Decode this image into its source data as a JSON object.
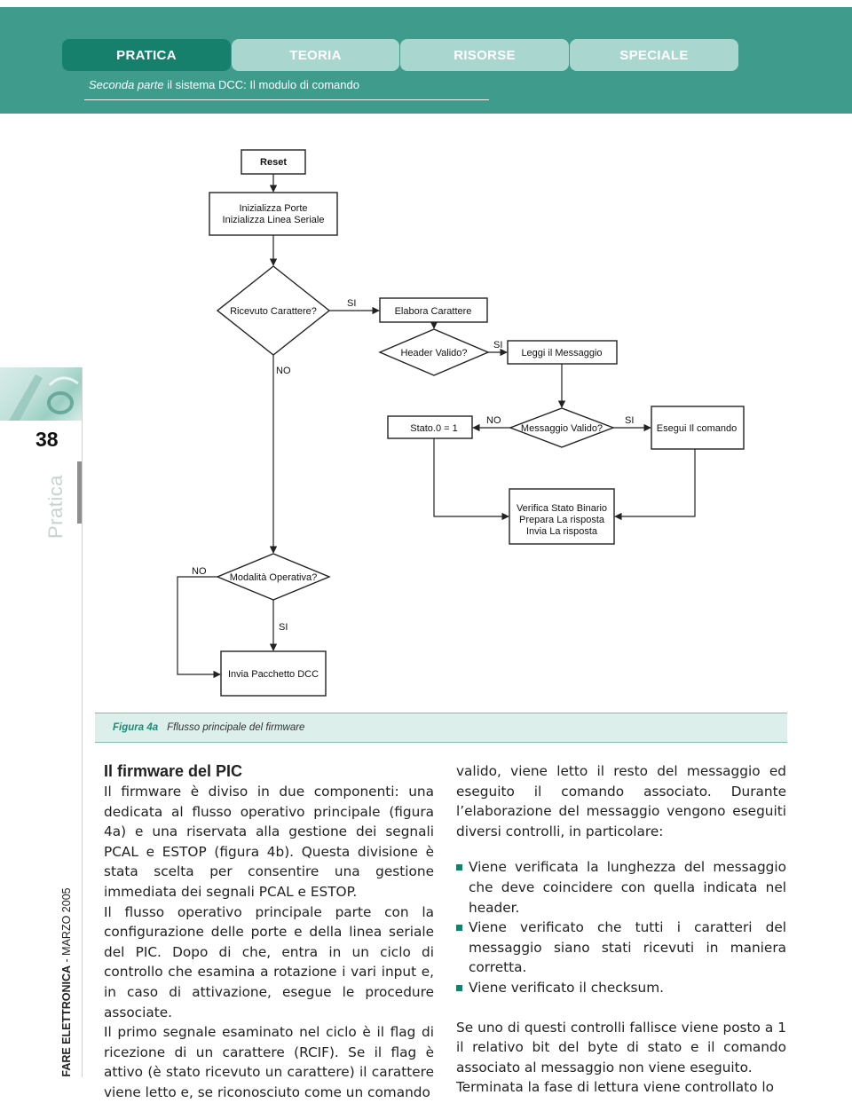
{
  "header": {
    "tabs": [
      {
        "label": "PRATICA",
        "active": true
      },
      {
        "label": "TEORIA",
        "active": false
      },
      {
        "label": "RISORSE",
        "active": false
      },
      {
        "label": "SPECIALE",
        "active": false
      }
    ],
    "breadcrumb_part": "Seconda parte",
    "breadcrumb_title": "il sistema DCC: Il modulo di comando"
  },
  "margin": {
    "page_number": "38",
    "section_vertical": "Pratica",
    "magazine_name": "FARE ELETTRONICA",
    "magazine_issue": " - MARZO 2005"
  },
  "flowchart": {
    "reset": "Reset",
    "init_line1": "Inizializza Porte",
    "init_line2": "Inizializza Linea Seriale",
    "received_char": "Ricevuto Carattere?",
    "elabora": "Elabora Carattere",
    "header_valid": "Header Valido?",
    "read_message": "Leggi il Messaggio",
    "state": "Stato.0 = 1",
    "message_valid": "Messaggio Valido?",
    "execute": "Esegui Il comando",
    "verify_line1": "Verifica Stato Binario",
    "verify_line2": "Prepara La risposta",
    "verify_line3": "Invia La risposta",
    "operative_mode": "Modalità Operativa?",
    "send_packet": "Invia Pacchetto DCC",
    "yes_1": "SI",
    "yes_2": "SI",
    "yes_3": "SI",
    "yes_4": "SI",
    "no_1": "NO",
    "no_2": "NO",
    "no_3": "NO"
  },
  "caption": {
    "label": "Figura 4a",
    "text": "Fflusso principale del firmware"
  },
  "article": {
    "heading": "Il firmware del PIC",
    "p1": "Il firmware è diviso in due componenti: una dedicata al flusso operativo principale (figura 4a) e una riservata alla gestione dei segnali PCAL e ESTOP (figura 4b). Questa divisione è stata scelta per consentire una gestione immediata dei segnali PCAL e ESTOP.",
    "p2": "Il flusso operativo principale parte con la configurazione delle porte e della linea seriale del PIC. Dopo di che, entra in un ciclo di controllo che esamina a rotazione i vari input e, in caso di attivazione, esegue le procedure associate.",
    "p3": "Il primo segnale esaminato nel ciclo è il flag di ricezione di un carattere (RCIF). Se il flag è attivo (è stato ricevuto un carattere) il carattere viene letto e, se riconosciuto come un comando",
    "p4": "valido, viene letto il resto del messaggio ed eseguito il comando associato. Durante l’elaborazione del messaggio vengono eseguiti diversi controlli, in particolare:",
    "bullets": [
      "Viene verificata la lunghezza del messaggio che deve coincidere con quella indicata nel header.",
      "Viene verificato che tutti i caratteri del messaggio siano stati ricevuti in maniera corretta.",
      "Viene verificato il checksum."
    ],
    "p5": "Se uno di questi controlli fallisce viene posto a 1 il relativo bit del byte di stato e il comando associato al messaggio non viene eseguito.",
    "p6": "Terminata la fase di lettura viene controllato lo"
  },
  "colors": {
    "header_bg": "#3f9c8c",
    "tab_active": "#17806d",
    "tab_inactive": "#a9d7cf",
    "caption_bg": "#dcefeb",
    "accent": "#1f8a78"
  }
}
